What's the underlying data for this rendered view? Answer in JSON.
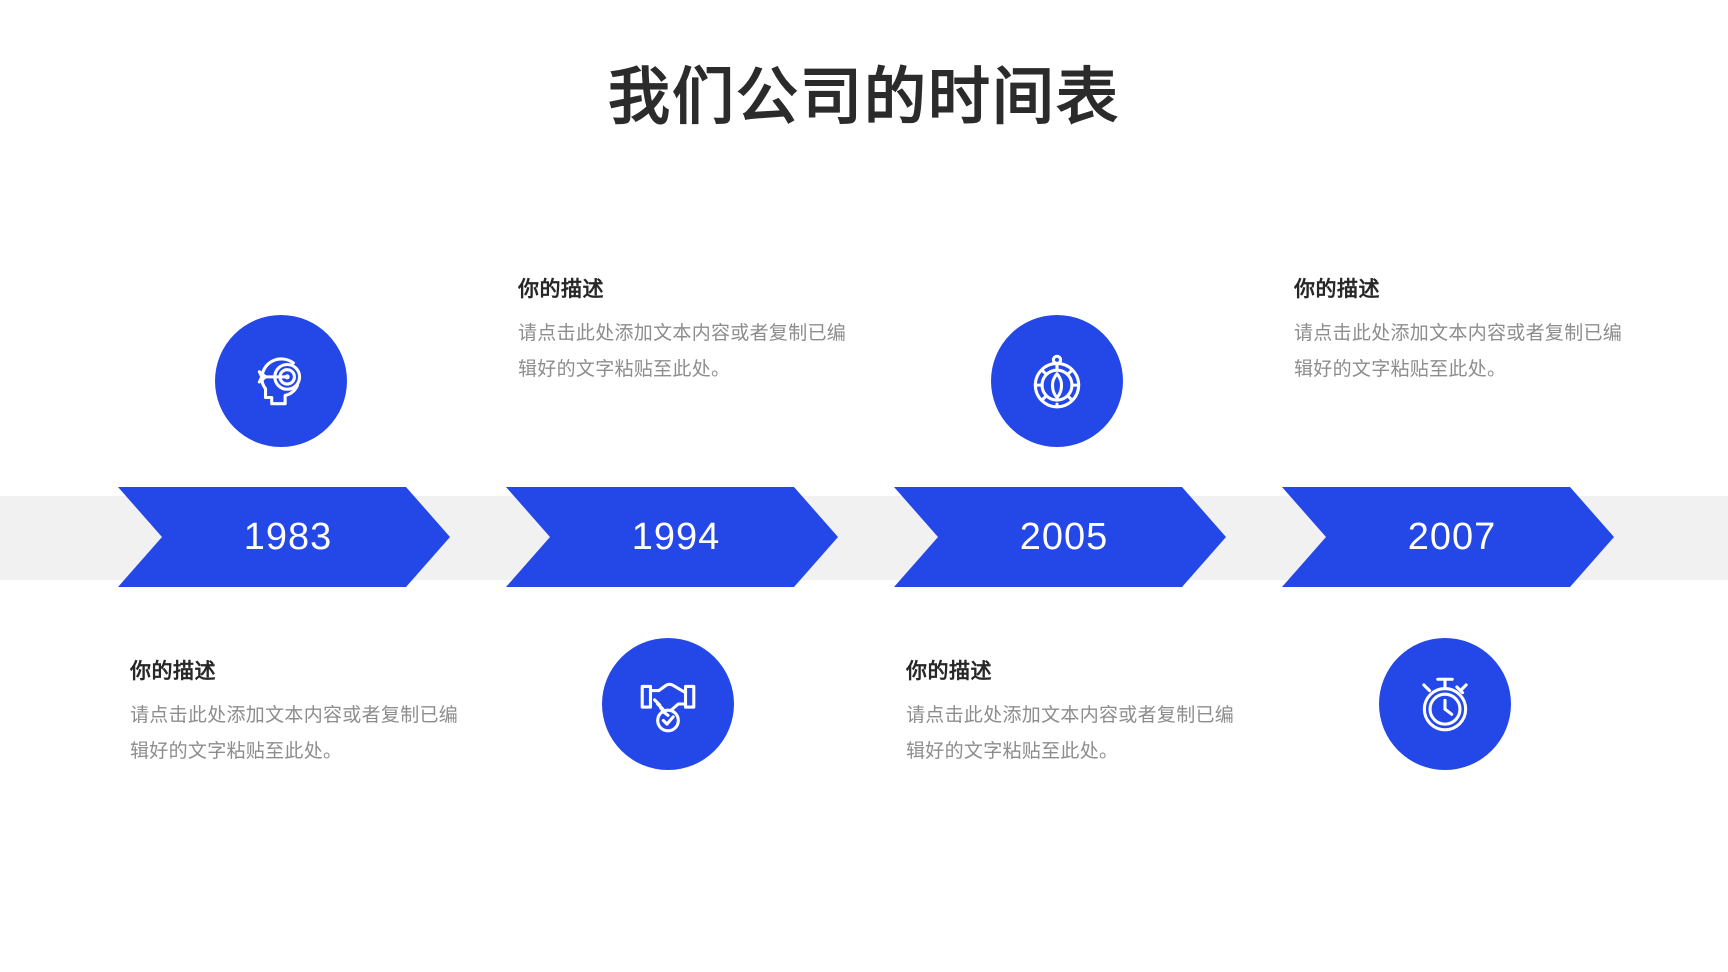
{
  "title": "我们公司的时间表",
  "theme": {
    "accent": "#2447e8",
    "band": "#f1f1f1",
    "title_color": "#2b2b2b",
    "heading_color": "#272727",
    "body_color": "#8d8d8d",
    "year_color": "#ffffff",
    "background": "#ffffff"
  },
  "milestones": [
    {
      "year": "1983",
      "icon": "head-target-icon",
      "icon_position": "above",
      "text_position": "below",
      "heading": "你的描述",
      "body": "请点击此处添加文本内容或者复制已编辑好的文字粘贴至此处。"
    },
    {
      "year": "1994",
      "icon": "handshake-check-icon",
      "icon_position": "below",
      "text_position": "above",
      "heading": "你的描述",
      "body": "请点击此处添加文本内容或者复制已编辑好的文字粘贴至此处。"
    },
    {
      "year": "2005",
      "icon": "compass-icon",
      "icon_position": "above",
      "text_position": "below",
      "heading": "你的描述",
      "body": "请点击此处添加文本内容或者复制已编辑好的文字粘贴至此处。"
    },
    {
      "year": "2007",
      "icon": "stopwatch-icon",
      "icon_position": "below",
      "text_position": "above",
      "heading": "你的描述",
      "body": "请点击此处添加文本内容或者复制已编辑好的文字粘贴至此处。"
    }
  ]
}
